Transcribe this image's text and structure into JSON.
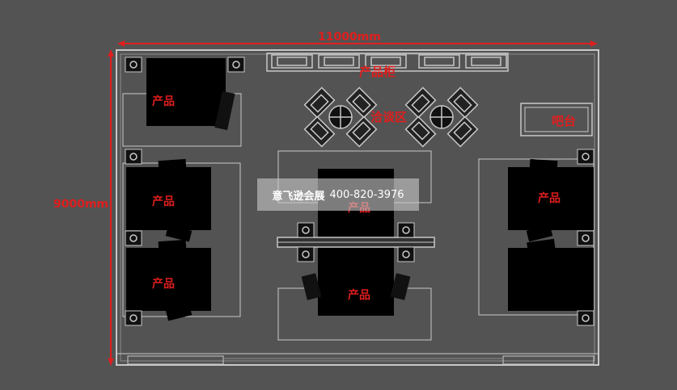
{
  "dimensions": {
    "width_label": "11000mm",
    "height_label": "9000mm"
  },
  "labels": {
    "product": "产品",
    "product_cabinet": "产品柜",
    "negotiation_area": "洽谈区",
    "bar_counter": "吧台"
  },
  "watermark": {
    "brand": "意飞逊会展",
    "phone": "400-820-3976"
  },
  "colors": {
    "background": "#535353",
    "accent_red": "#e01e1e",
    "line": "#c8c8c8",
    "furniture": "#000000"
  }
}
